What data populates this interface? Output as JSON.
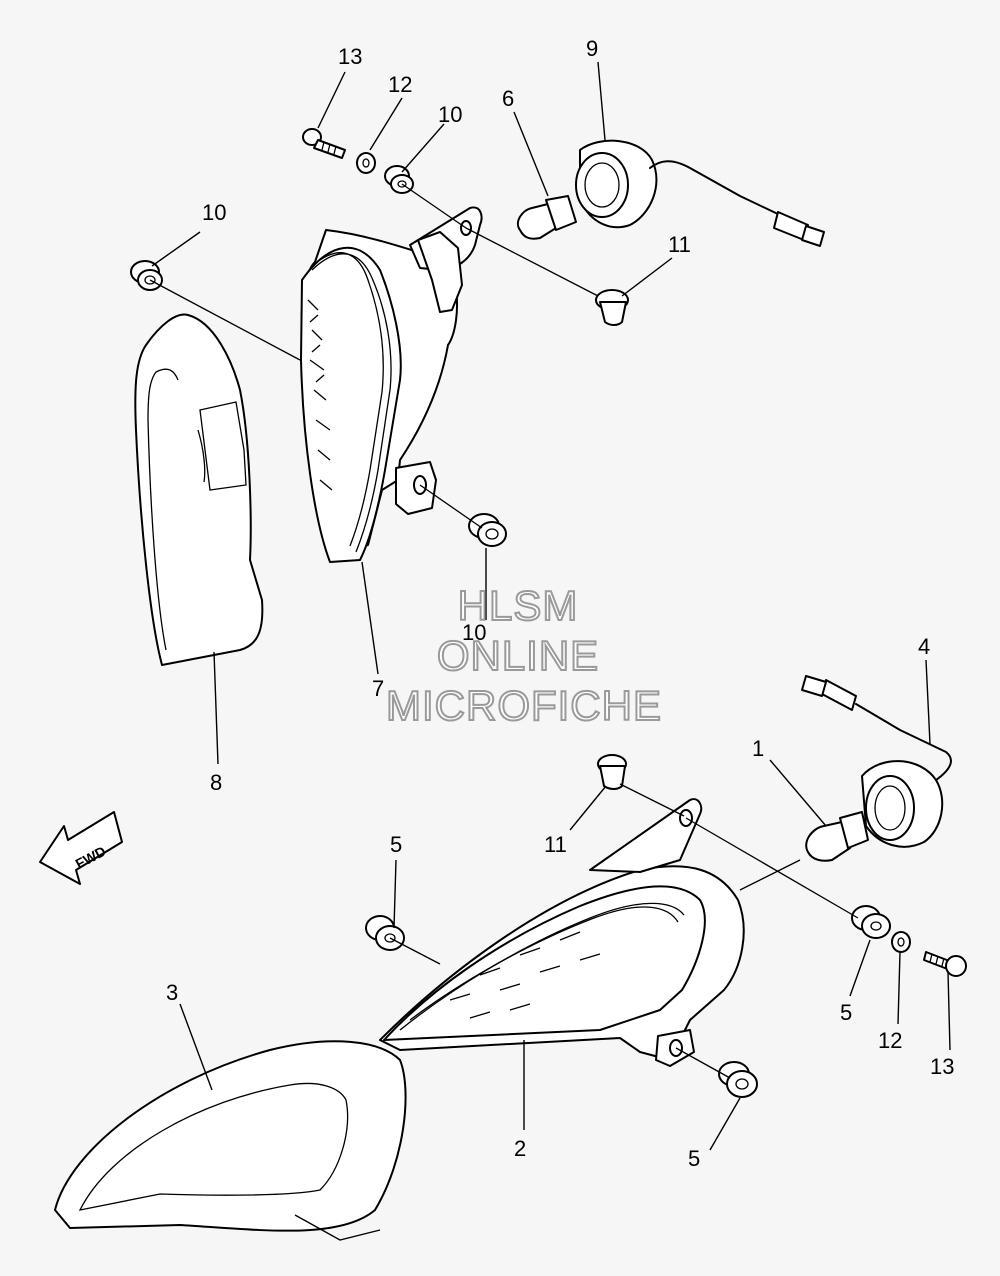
{
  "watermark": {
    "line1": "HLSM",
    "line2": "ONLINE",
    "line3": "MICROFICHE"
  },
  "direction_arrow": {
    "label": "FWD",
    "icon": "fwd-arrow-icon"
  },
  "callouts": {
    "c1": "1",
    "c2": "2",
    "c3": "3",
    "c4": "4",
    "c5a": "5",
    "c5b": "5",
    "c5c": "5",
    "c6": "6",
    "c7": "7",
    "c8": "8",
    "c9": "9",
    "c10a": "10",
    "c10b": "10",
    "c10c": "10",
    "c11a": "11",
    "c11b": "11",
    "c12a": "12",
    "c12b": "12",
    "c13a": "13",
    "c13b": "13"
  }
}
